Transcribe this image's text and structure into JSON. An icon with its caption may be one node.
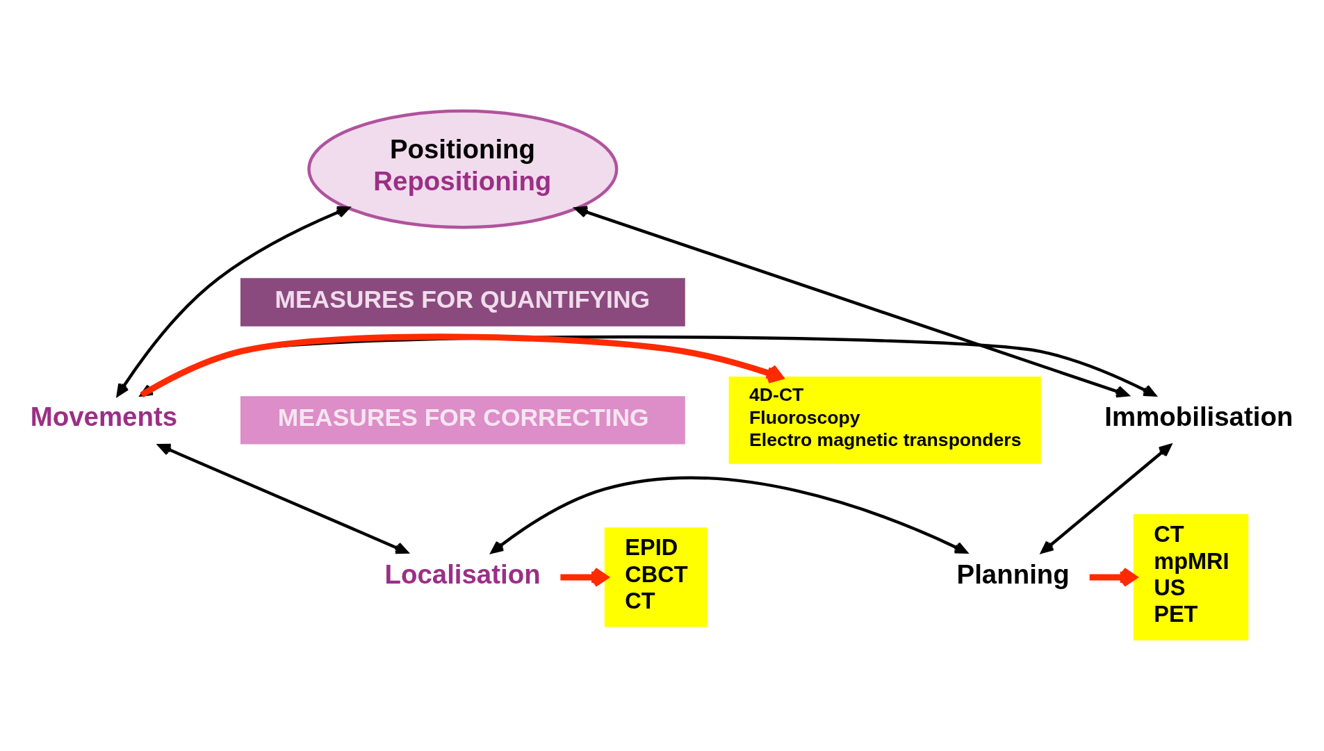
{
  "diagram": {
    "nodes": [
      {
        "text": [
          "Positioning",
          "Repositioning"
        ]
      },
      {
        "text": [
          "Movements"
        ]
      },
      {
        "text": [
          "Immobilisation"
        ]
      },
      {
        "text": [
          "4D-CT",
          "Fluoroscopy",
          "Electro magnetic transponders"
        ]
      },
      {
        "text": [
          "MEASURES FOR QUANTIFYING"
        ]
      },
      {
        "text": [
          "MEASURES FOR CORRECTING"
        ]
      },
      {
        "text": [
          "EPID",
          "CBCT",
          "CT"
        ]
      },
      {
        "text": [
          "Localisation"
        ]
      },
      {
        "text": [
          "Planning"
        ]
      },
      {
        "text": [
          "CT",
          "mpMRI",
          "US",
          "PET"
        ]
      }
    ],
    "edges": [
      {
        "from": 0,
        "to": 1,
        "arrow": "both"
      },
      {
        "from": 0,
        "to": 2,
        "arrow": "both"
      },
      {
        "from": 1,
        "to": 2,
        "arrow": "both"
      },
      {
        "from": 1,
        "to": 3,
        "arrow": "to",
        "style": "thick",
        "color": "#ff2a00"
      },
      {
        "from": 1,
        "to": 7,
        "arrow": "both"
      },
      {
        "from": 2,
        "to": 8,
        "arrow": "both"
      },
      {
        "from": 7,
        "to": 8,
        "arrow": "both"
      },
      {
        "from": 7,
        "to": 6,
        "arrow": "to",
        "style": "thick",
        "color": "#ff2a00"
      },
      {
        "from": 8,
        "to": 9,
        "arrow": "to",
        "style": "thick",
        "color": "#ff2a00"
      }
    ]
  }
}
